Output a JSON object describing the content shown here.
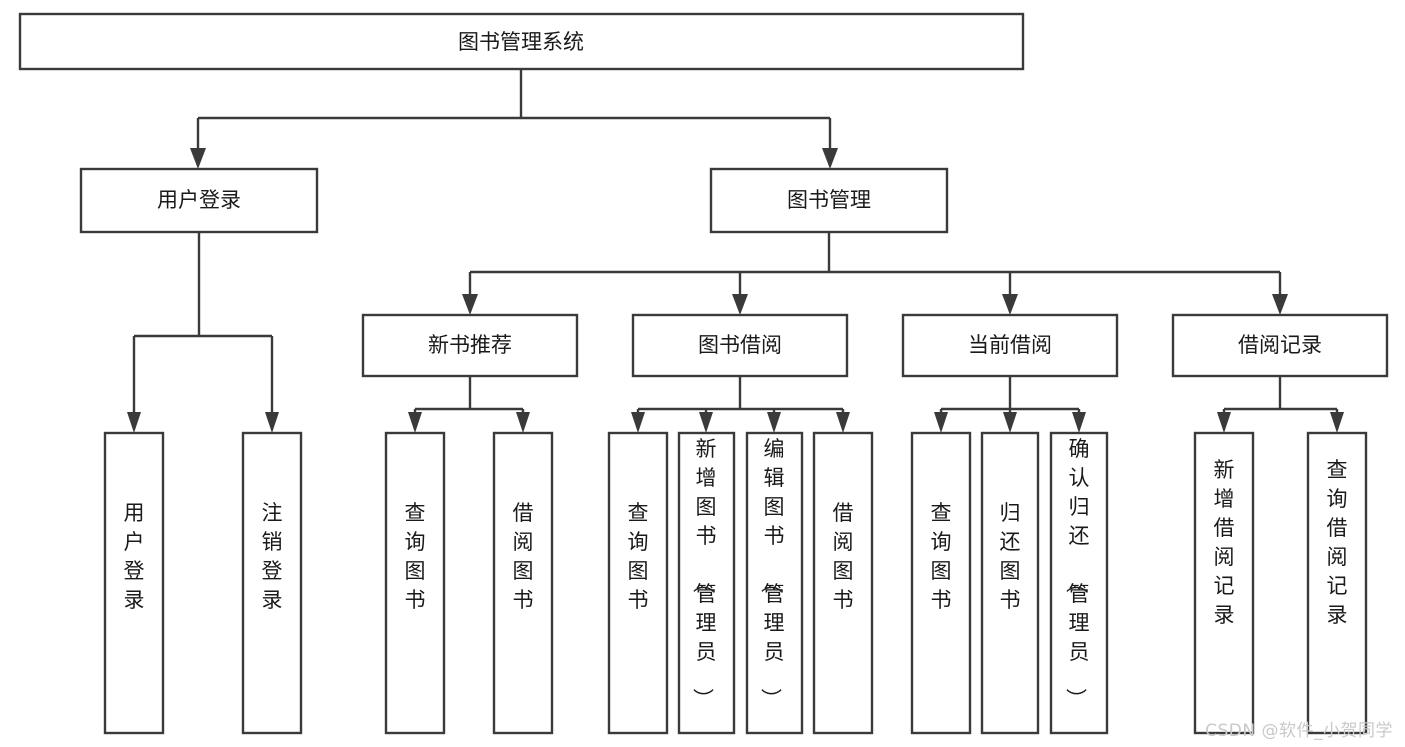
{
  "diagram": {
    "title": "图书管理系统",
    "type": "tree-hierarchy",
    "orientation": "top-down",
    "colors": {
      "stroke": "#3a3a3a",
      "fill": "#ffffff",
      "text": "#1a1a1a",
      "watermark": "#c9c9c9"
    },
    "root": {
      "label": "图书管理系统"
    },
    "level2": [
      {
        "label": "用户登录"
      },
      {
        "label": "图书管理"
      }
    ],
    "level3": [
      {
        "label": "新书推荐"
      },
      {
        "label": "图书借阅"
      },
      {
        "label": "当前借阅"
      },
      {
        "label": "借阅记录"
      }
    ],
    "leaves": {
      "user_login": [
        {
          "label": "用户登录"
        },
        {
          "label": "注销登录"
        }
      ],
      "new_book_recommend": [
        {
          "label": "查询图书"
        },
        {
          "label": "借阅图书"
        }
      ],
      "book_borrow": [
        {
          "label": "查询图书"
        },
        {
          "label": "新增图书（管理员）"
        },
        {
          "label": "编辑图书（管理员）"
        },
        {
          "label": "借阅图书"
        }
      ],
      "current_borrow": [
        {
          "label": "查询图书"
        },
        {
          "label": "归还图书"
        },
        {
          "label": "确认归还（管理员）"
        }
      ],
      "borrow_record": [
        {
          "label": "新增借阅记录"
        },
        {
          "label": "查询借阅记录"
        }
      ]
    }
  },
  "watermark": {
    "text": "CSDN @软件_小贺同学"
  }
}
